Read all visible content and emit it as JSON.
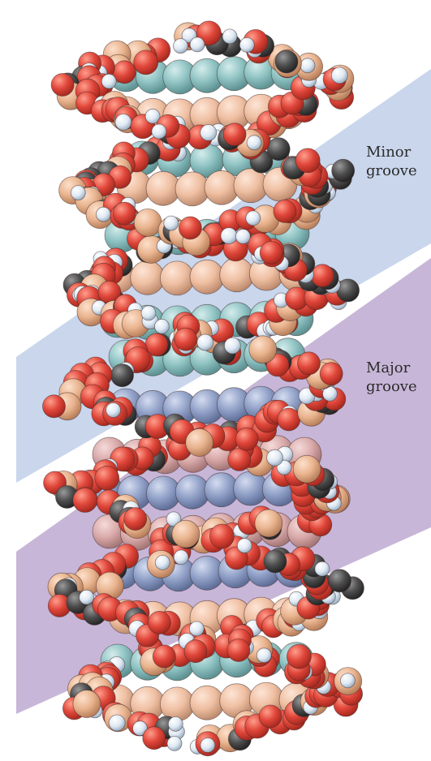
{
  "labels": {
    "minor_groove": [
      "Minor",
      "groove"
    ],
    "major_groove": [
      "Major",
      "groove"
    ]
  },
  "colors": {
    "minor_band": "#c9d6ec",
    "major_band": "#c8b6d8",
    "oxygen": "#e0463a",
    "carbon": "#4d4d4d",
    "hydrogen": "#dfe9f3",
    "phosphorus": "#e9b48f",
    "base_teal": "#8ec2c2",
    "base_peach": "#efbfa2",
    "base_blue": "#8f9fc6",
    "base_pink": "#d9a9a9"
  }
}
